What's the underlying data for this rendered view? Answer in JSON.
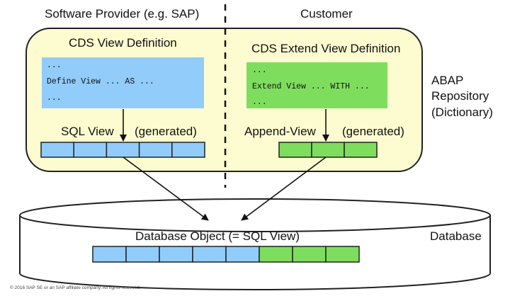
{
  "header": {
    "provider_label": "Software Provider (e.g. SAP)",
    "customer_label": "Customer"
  },
  "repository": {
    "label_line1": "ABAP",
    "label_line2": "Repository",
    "label_line3": "(Dictionary)",
    "fill_color": "#fdfcd0"
  },
  "provider_side": {
    "definition_title": "CDS View Definition",
    "code_lines": [
      "...",
      "Define View ... AS ...",
      "..."
    ],
    "view_label": "SQL View",
    "generated_label": "(generated)",
    "cell_count": 5,
    "color": "#92ccfb"
  },
  "customer_side": {
    "definition_title": "CDS Extend View Definition",
    "code_lines": [
      "...",
      "Extend View ... WITH ...",
      "..."
    ],
    "view_label": "Append-View",
    "generated_label": "(generated)",
    "cell_count": 3,
    "color": "#7fdd5e"
  },
  "database": {
    "label": "Database",
    "object_label": "Database Object (= SQL View)",
    "blue_cells": 5,
    "green_cells": 3
  },
  "footer": {
    "copyright": "© 2016 SAP SE or an SAP affiliate company. All rights reserved."
  }
}
